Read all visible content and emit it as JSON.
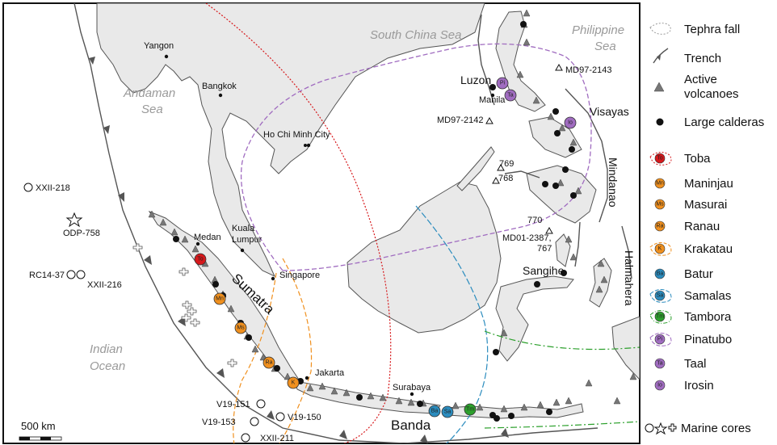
{
  "colors": {
    "land": "#e9e9e9",
    "coast": "#555555",
    "toba": "#d7191c",
    "orange": "#f0901e",
    "blue": "#2b8cbe",
    "green": "#2ca02c",
    "purple": "#a06cc0"
  },
  "seas": {
    "south_china": "South China Sea",
    "philippine_1": "Philippine",
    "philippine_2": "Sea",
    "andaman_1": "Andaman",
    "andaman_2": "Sea",
    "indian_1": "Indian",
    "indian_2": "Ocean"
  },
  "cities": {
    "yangon": "Yangon",
    "bangkok": "Bangkok",
    "hcmc": "Ho Chi Minh City",
    "medan": "Medan",
    "kl_1": "Kuala",
    "kl_2": "Lumpur",
    "singapore": "Singapore",
    "jakarta": "Jakarta",
    "surabaya": "Surabaya",
    "manila": "Manila"
  },
  "regions": {
    "luzon": "Luzon",
    "visayas": "Visayas",
    "mindanao": "Mindanao",
    "sumatra": "Sumatra",
    "sangihe": "Sangihe",
    "halmahera": "Halmahera",
    "banda": "Banda"
  },
  "cores": {
    "xxii218": "XXII-218",
    "odp758": "ODP-758",
    "rc1437": "RC14-37",
    "xxii216": "XXII-216",
    "v19151": "V19-151",
    "v19153": "V19-153",
    "v19150": "V19-150",
    "xxii211": "XXII-211",
    "md972143": "MD97-2143",
    "md972142": "MD97-2142",
    "c769": "769",
    "c768": "768",
    "c770": "770",
    "md01_1": "MD01-2387,",
    "md01_2": "767"
  },
  "scale": "500 km",
  "legend": {
    "tephra": "Tephra fall",
    "trench": "Trench",
    "active_1": "Active",
    "active_2": "volcanoes",
    "calderas": "Large calderas",
    "toba": "Toba",
    "maninjau": "Maninjau",
    "masurai": "Masurai",
    "ranau": "Ranau",
    "krakatau": "Krakatau",
    "batur": "Batur",
    "samalas": "Samalas",
    "tambora": "Tambora",
    "pinatubo": "Pinatubo",
    "taal": "Taal",
    "irosin": "Irosin",
    "marine": "Marine cores"
  },
  "codes": {
    "to": "To",
    "mn": "Mn",
    "ms": "Ms",
    "ra": "Ra",
    "k": "K",
    "ba": "Ba",
    "sa": "Sa",
    "tm": "Tm",
    "pi": "Pi",
    "ta": "Ta",
    "io": "Io"
  }
}
